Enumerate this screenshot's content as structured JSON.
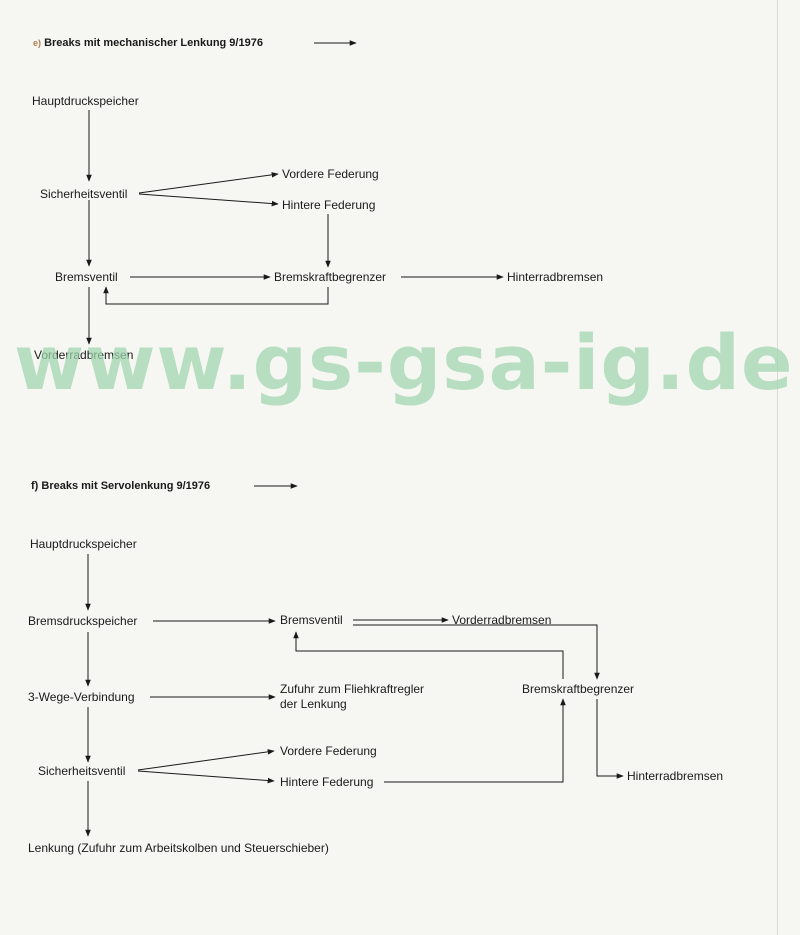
{
  "section_e": {
    "title_prefix": "e)",
    "title": "Breaks mit mechanischer Lenkung 9/1976",
    "nodes": {
      "hauptdruckspeicher": "Hauptdruckspeicher",
      "sicherheitsventil": "Sicherheitsventil",
      "vordere_federung": "Vordere Federung",
      "hintere_federung": "Hintere Federung",
      "bremsventil": "Bremsventil",
      "bremskraftbegrenzer": "Bremskraftbegrenzer",
      "hinterradbremsen": "Hinterradbremsen",
      "vorderradbremsen": "Vorderradbremsen"
    }
  },
  "section_f": {
    "title_prefix": "f)",
    "title": "Breaks mit Servolenkung 9/1976",
    "nodes": {
      "hauptdruckspeicher": "Hauptdruckspeicher",
      "bremsdruckspeicher": "Bremsdruckspeicher",
      "bremsventil": "Bremsventil",
      "vorderradbremsen": "Vorderradbremsen",
      "dreiwege": "3-Wege-Verbindung",
      "fliehkraftregler_line1": "Zufuhr zum Fliehkraftregler",
      "fliehkraftregler_line2": "der Lenkung",
      "bremskraftbegrenzer": "Bremskraftbegrenzer",
      "sicherheitsventil": "Sicherheitsventil",
      "vordere_federung": "Vordere Federung",
      "hintere_federung": "Hintere Federung",
      "hinterradbremsen": "Hinterradbremsen",
      "lenkung": "Lenkung (Zufuhr zum Arbeitskolben und Steuerschieber)"
    }
  },
  "watermark": "www.gs-gsa-ig.de",
  "colors": {
    "watermark": "#9fd6ad",
    "ink": "#1a1a1a",
    "background": "#f6f6f3"
  }
}
